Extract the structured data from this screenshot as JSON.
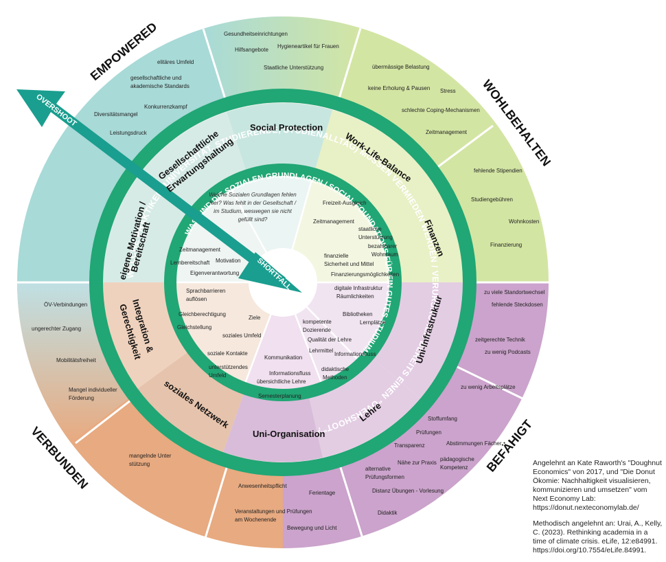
{
  "colors": {
    "empowered": "#a8dad7",
    "social": "#bfe3dc",
    "wohl": "#d3e5a3",
    "befaehigt": "#cba3cc",
    "verbunden": "#e8aa80",
    "verbunden2": "#f0c9a3",
    "ring": "#21a675",
    "arrow": "#1a9e8f"
  },
  "outer_sectors": {
    "empowered": "EMPOWERED",
    "wohlbehalten": "WOHLBEHALTEN",
    "befaehigt": "BEFÄHIGT",
    "verbunden": "VERBUNDEN"
  },
  "outer_items": [
    "Gesundheitseinrichtungen",
    "Hilfsangebote",
    "Hygieneartikel für Frauen",
    "Staatliche Unterstützung",
    "elitäres Umfeld",
    "gesellschaftliche und",
    "akademische Standards",
    "Konkurrenzkampf",
    "Diversitätsmangel",
    "Leistungsdruck",
    "übermässige Belastung",
    "keine Erholung & Pausen",
    "Stress",
    "schlechte Coping-Mechanismen",
    "Zeitmanagement",
    "fehlende Stipendien",
    "Studiengebühren",
    "Wohnkosten",
    "Finanzierung",
    "zu viele Standortwechsel",
    "fehlende Steckdosen",
    "zeitgerechte Technik",
    "zu wenig Podcasts",
    "zu wenig Arbeitsplätze",
    "Stoffumfang",
    "Prüfungen",
    "Abstimmungen Fächer",
    "Transparenz",
    "Nähe zur Praxis",
    "pädagogische",
    "Kompetenz",
    "alternative",
    "Prüfungsformen",
    "Distanz Übungen - Vorlesung",
    "Didaktik",
    "Anwesenheitspflicht",
    "Ferientage",
    "Veranstaltungen und Prüfungen",
    "am Wochenende",
    "Bewegung und Licht",
    "ÖV-Verbindungen",
    "ungerechter Zugang",
    "Mobilitätsfreiheit",
    "Mangel individueller",
    "Förderung",
    "mangelnde Unter",
    "stützung"
  ],
  "ring_outer_text": "WELCHE PRAKTIKEN (UNIVERSITÄT, STUDIERENDE, STUDIENALLTAG) MÜSSEN VERMIEDEN WERDEN / VERURSACHEN BEREITS EINEN \"OVERSHOOT\"?",
  "ring_inner_text": "WAS SIND DIE SOZIALEN GRUNDLAGEN / SOCIAL FOUNDATIONS FÜR EIN GUTES STUDIUM?",
  "dimensions": [
    "Social Protection",
    "Work-Life-Balance",
    "Finanzen",
    "Uni-Infrastruktur",
    "Lehre",
    "Uni-Organisation",
    "soziales Netzwerk",
    "Integration &",
    "Gerechtigkeit",
    "eigene Motivation /",
    "Bereitschaft",
    "Gesellschaftliche",
    "Erwartungshaltung"
  ],
  "question": [
    "Welche Sozialen Grundlagen fehlen",
    "hier? Was fehlt in der Gesellschaft /",
    "im Studium, weswegen sie nicht",
    "gefüllt sind?"
  ],
  "inner_items": [
    "Freizeit-Ausgleich",
    "Zeitmanagement",
    "staatliche",
    "Unterstützung",
    "bezahlbarer",
    "Wohnraum",
    "finanzielle",
    "Sicherheit und Mittel",
    "Finanzierungsmöglichkeiten",
    "digitale Infrastruktur",
    "Räumlichkeiten",
    "Bibliotheken",
    "Lernplätze",
    "kompetente",
    "Dozierende",
    "Qualität der Lehre",
    "Lehrmittel",
    "Informationsfluss",
    "didaktische",
    "Methoden",
    "Kommunikation",
    "Informationsfluss",
    "übersichtliche Lehre",
    "Semesterplanung",
    "Ziele",
    "soziales Umfeld",
    "soziale Kontakte",
    "unterstützendes",
    "Umfeld",
    "Sprachbarrieren",
    "auflösen",
    "Gleichberechtigung",
    "Gleichstellung",
    "Zeitmanagement",
    "Lernbereitschaft",
    "Motivation",
    "Eigenverantwortung"
  ],
  "arrow": {
    "overshoot": "OVERSHOOT",
    "shortfall": "SHORTFALL"
  },
  "citation": {
    "line1": "Angelehnt an Kate Raworth's \"Doughnut Economics\" von 2017, und \"Die Donut Ökomie: Nachhaltigkeit visualisieren, kommunizieren und umsetzen\" vom Next Economy Lab: https://donut.nexteconomylab.de/",
    "line2": "Methodisch angelehnt an: Urai, A., Kelly, C. (2023). Rethinking academia in a time of climate crisis. eLife, 12:e84991. https://doi.org/10.7554/eLife.84991."
  }
}
